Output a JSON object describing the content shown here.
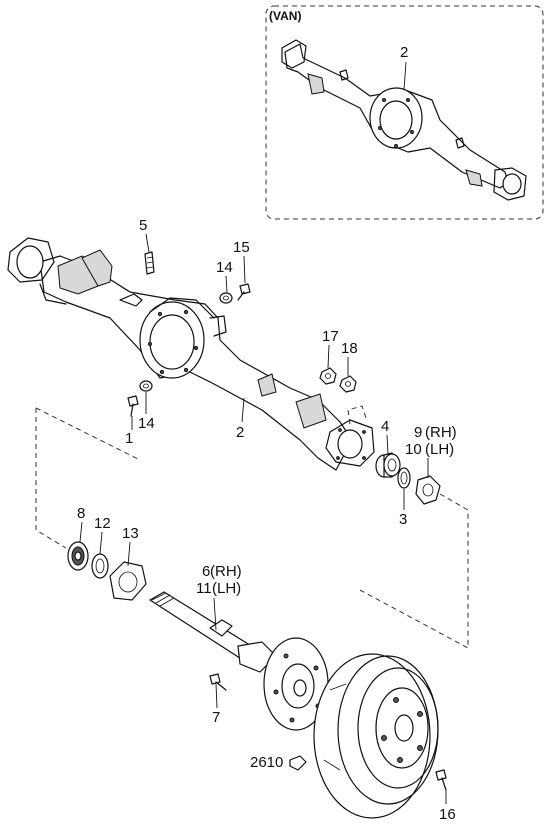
{
  "van_label": "(VAN)",
  "callouts": {
    "c2_van": "2",
    "c5": "5",
    "c15": "15",
    "c14_top": "14",
    "c17": "17",
    "c18": "18",
    "c1": "1",
    "c14_left": "14",
    "c2_main": "2",
    "c4": "4",
    "c9": "9",
    "c9_side": "(RH)",
    "c10": "10",
    "c10_side": "(LH)",
    "c3": "3",
    "c8": "8",
    "c12": "12",
    "c13": "13",
    "c6": "6",
    "c6_side": "(RH)",
    "c11": "11",
    "c11_side": "(LH)",
    "c7": "7",
    "c2610": "2610",
    "c16": "16"
  }
}
